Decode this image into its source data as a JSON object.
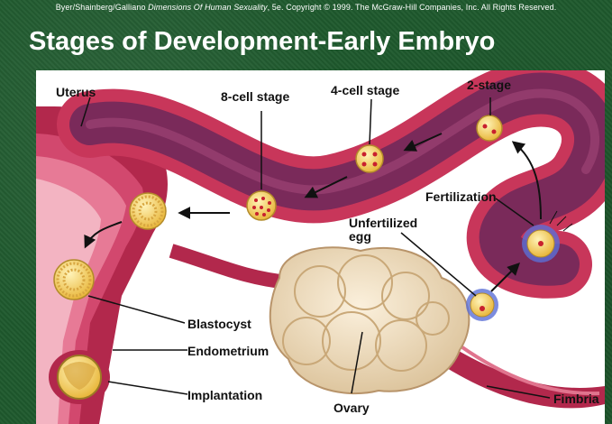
{
  "credit": {
    "authors": "Byer/Shainberg/Galliano",
    "book": "Dimensions Of Human Sexuality",
    "rest": ", 5e. Copyright © 1999. The McGraw-Hill Companies, Inc. All Rights Reserved."
  },
  "title": "Stages of Development-Early Embryo",
  "labels": {
    "uterus": "Uterus",
    "eight_cell": "8-cell stage",
    "four_cell": "4-cell stage",
    "two_stage": "2-stage",
    "fertilization": "Fertilization",
    "unfertilized_line1": "Unfertilized",
    "unfertilized_line2": "egg",
    "blastocyst": "Blastocyst",
    "endometrium": "Endometrium",
    "implantation": "Implantation",
    "ovary": "Ovary",
    "fimbria": "Fimbria"
  },
  "colors": {
    "background": "#1f5a2e",
    "tube_wall": "#c8365a",
    "tube_lumen": "#7a2a5a",
    "ovary": "#f1dfc0",
    "cell": "#f6d36a",
    "nucleus": "#c8202e"
  }
}
